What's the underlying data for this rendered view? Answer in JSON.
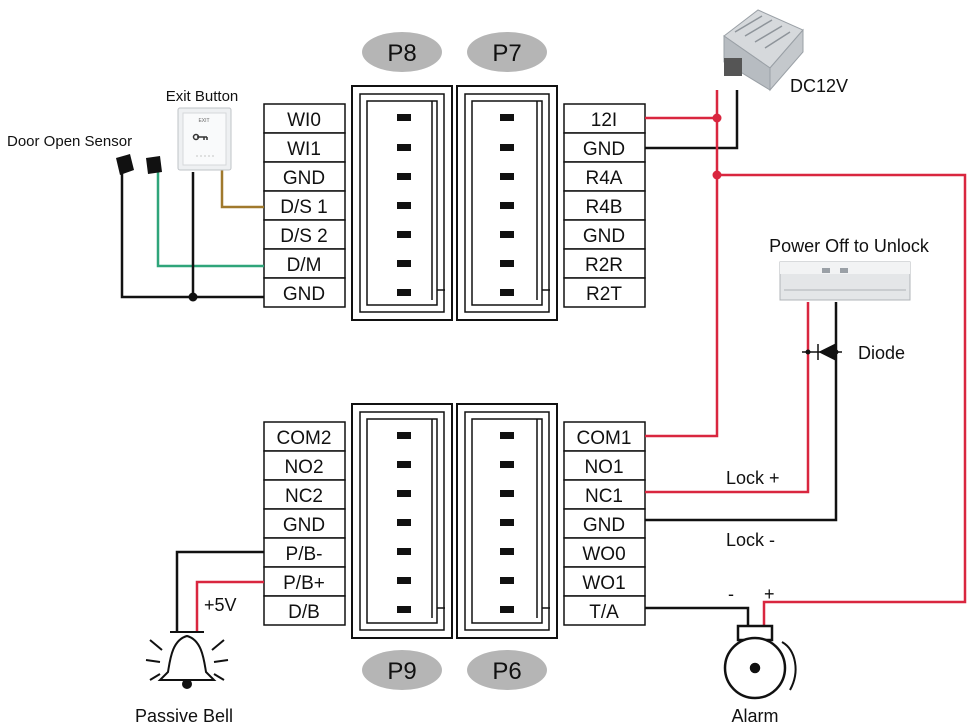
{
  "connectors": {
    "P8": {
      "label": "P8",
      "pins": [
        "WI0",
        "WI1",
        "GND",
        "D/S 1",
        "D/S 2",
        "D/M",
        "GND"
      ]
    },
    "P7": {
      "label": "P7",
      "pins": [
        "12I",
        "GND",
        "R4A",
        "R4B",
        "GND",
        "R2R",
        "R2T"
      ]
    },
    "P9": {
      "label": "P9",
      "pins": [
        "COM2",
        "NO2",
        "NC2",
        "GND",
        "P/B-",
        "P/B+",
        "D/B"
      ]
    },
    "P6": {
      "label": "P6",
      "pins": [
        "COM1",
        "NO1",
        "NC1",
        "GND",
        "WO0",
        "WO1",
        "T/A"
      ]
    }
  },
  "devices": {
    "exit_button": "Exit Button",
    "door_sensor": "Door Open Sensor",
    "power_supply": "DC12V",
    "lock": "Power Off to Unlock",
    "diode": "Diode",
    "bell": "Passive Bell",
    "alarm": "Alarm"
  },
  "annotations": {
    "lock_plus": "Lock +",
    "lock_minus": "Lock -",
    "bell_voltage": "+5V",
    "alarm_minus": "-",
    "alarm_plus": "+"
  },
  "colors": {
    "red_wire": "#d9263f",
    "green_wire": "#2fa57a",
    "brown_wire": "#a0792c",
    "black_wire": "#111111",
    "header_fill": "#b5b5b5"
  }
}
